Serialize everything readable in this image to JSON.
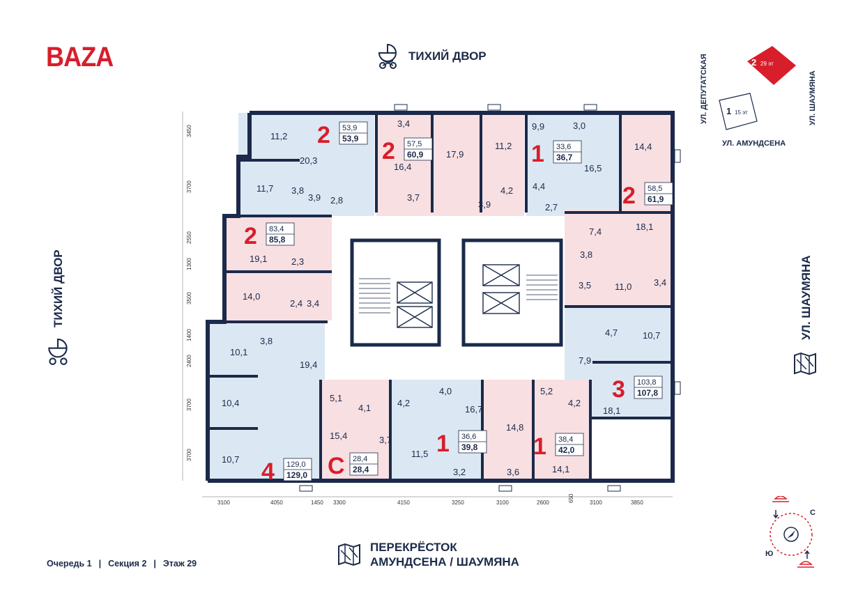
{
  "brand": {
    "logo": "BAZA",
    "accent": "#d81e2b",
    "wall": "#1b2a4a",
    "blue_fill": "#dbe8f3",
    "pink_fill": "#f8dfe2"
  },
  "labels": {
    "top": "ТИХИЙ ДВОР",
    "left": "ТИХИЙ ДВОР",
    "right": "УЛ. ШАУМЯНА",
    "bottom_line1": "ПЕРЕКРЁСТОК",
    "bottom_line2": "АМУНДСЕНА / ШАУМЯНА"
  },
  "footer": {
    "queue": "Очередь 1",
    "section": "Секция 2",
    "floor": "Этаж 29"
  },
  "minimap": {
    "street_left": "УЛ. ДЕПУТАТСКАЯ",
    "street_right": "УЛ. ШАУМЯНА",
    "street_bottom": "УЛ. АМУНДСЕНА",
    "block2_num": "2",
    "block2_floors": "29 эт",
    "block1_num": "1",
    "block1_floors": "15 эт"
  },
  "compass": {
    "north": "С",
    "south": "Ю"
  },
  "dims_left": [
    "3450",
    "3700",
    "2550",
    "1300",
    "3500",
    "1400",
    "2400",
    "3700",
    "3700"
  ],
  "dims_bottom": [
    "3100",
    "4050",
    "1450",
    "3300",
    "4150",
    "3250",
    "3100",
    "2600",
    "650",
    "3100",
    "3850"
  ],
  "apartments": [
    {
      "rooms": "2",
      "living": "53,9",
      "total": "53,9"
    },
    {
      "rooms": "2",
      "living": "57,5",
      "total": "60,9"
    },
    {
      "rooms": "1",
      "living": "33,6",
      "total": "36,7"
    },
    {
      "rooms": "2",
      "living": "58,5",
      "total": "61,9"
    },
    {
      "rooms": "2",
      "living": "83,4",
      "total": "85,8"
    },
    {
      "rooms": "3",
      "living": "103,8",
      "total": "107,8"
    },
    {
      "rooms": "4",
      "living": "129,0",
      "total": "129,0"
    },
    {
      "rooms": "С",
      "living": "28,4",
      "total": "28,4"
    },
    {
      "rooms": "1",
      "living": "36,6",
      "total": "39,8"
    },
    {
      "rooms": "1",
      "living": "38,4",
      "total": "42,0"
    }
  ],
  "rooms": [
    "11,2",
    "20,3",
    "11,7",
    "3,8",
    "3,9",
    "2,8",
    "3,4",
    "16,4",
    "17,9",
    "11,2",
    "3,7",
    "4,2",
    "3,9",
    "9,9",
    "3,0",
    "14,4",
    "16,5",
    "4,4",
    "2,7",
    "19,1",
    "2,3",
    "14,0",
    "2,4",
    "3,4",
    "7,4",
    "18,1",
    "3,8",
    "11,0",
    "3,5",
    "3,4",
    "10,1",
    "3,8",
    "19,4",
    "4,7",
    "10,7",
    "7,9",
    "10,4",
    "5,1",
    "4,1",
    "4,2",
    "4,0",
    "16,7",
    "5,2",
    "4,2",
    "18,1",
    "15,4",
    "3,7",
    "11,5",
    "14,8",
    "10,7",
    "3,2",
    "3,6",
    "14,1"
  ]
}
